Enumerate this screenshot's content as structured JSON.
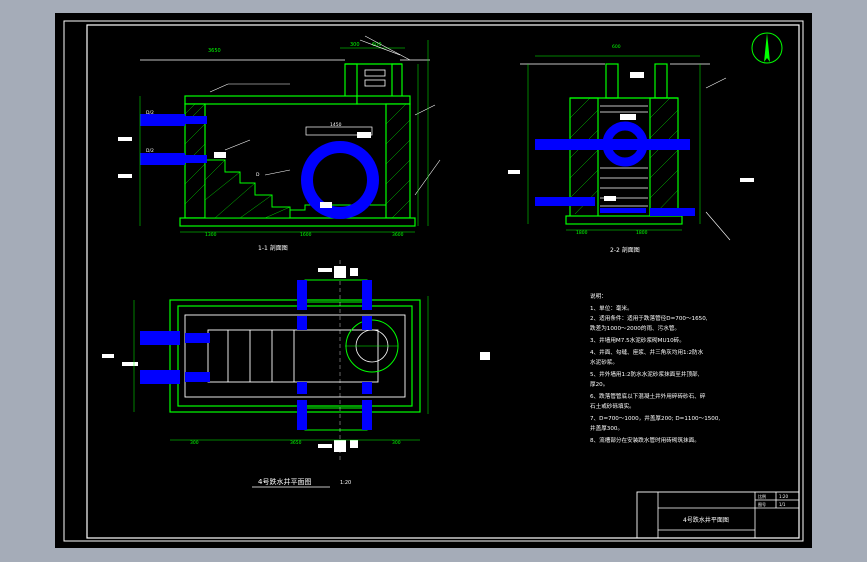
{
  "colors": {
    "background": "#a5acb8",
    "sheet": "#000000",
    "border": "#ffffff",
    "structure": "#00ff00",
    "pipe": "#0000ff",
    "text": "#ffffff",
    "dim": "#00ff00",
    "annotation": "#ffffff",
    "marker": "#ffff00"
  },
  "section_1": {
    "caption": "1-1 剖面图"
  },
  "section_2": {
    "caption": "2-2 剖面图"
  },
  "plan": {
    "caption": "4号跌水井平面图",
    "scale": "1:20"
  },
  "notes": {
    "heading": "说明：",
    "items": [
      "1、单位：毫米。",
      "2、适用条件：适用于跌落管径D=700～1650,",
      "   跌差为1000～2000的雨、污水管。",
      "3、井墙用M7.5水泥砂浆砌MU10砖。",
      "4、井面、勾缝、座浆、井三角灰均用1:2防水",
      "   水泥砂浆。",
      "5、井外墙用1:2防水水泥砂浆抹面至井顶部,",
      "   厚20。",
      "6、跌落管管底以下混凝土井外用碎砖砂石、碎",
      "   石土或砂砾填实。",
      "7、D=700～1000，井盖厚200; D=1100～1500,",
      "   井盖厚300。",
      "8、流槽部分在安装跌水管时用砖砌筑抹面。"
    ]
  },
  "title_block": {
    "title": "4号跌水井平面图",
    "cells": [
      "比例",
      "1:20",
      "图号",
      "1/1"
    ]
  }
}
